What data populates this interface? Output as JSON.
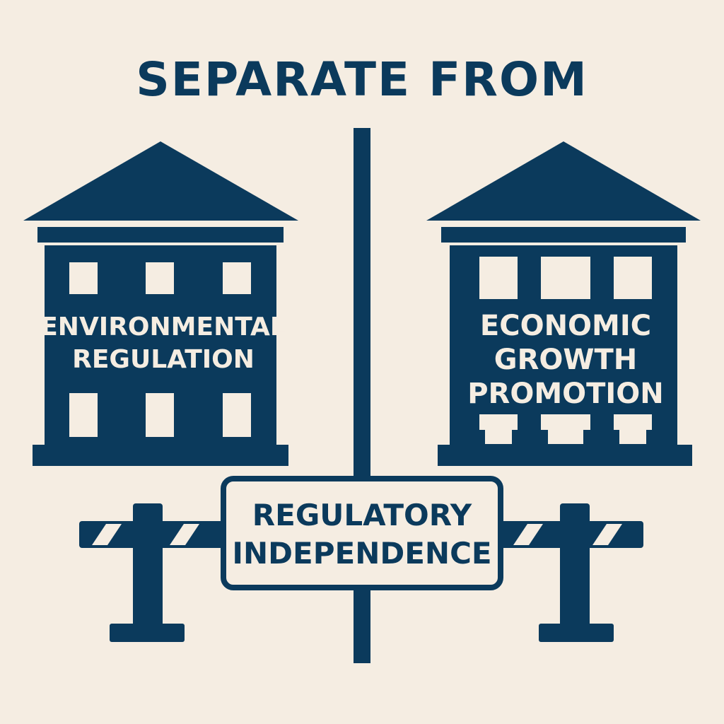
{
  "title": "SEPARATE FROM",
  "left_building": {
    "label_lines": [
      "ENVIRONMENTAL",
      "REGULATION"
    ]
  },
  "right_building": {
    "label_lines": [
      "ECONOMIC",
      "GROWTH",
      "PROMOTION"
    ]
  },
  "sign": {
    "label_lines": [
      "REGULATORY",
      "INDEPENDENCE"
    ]
  },
  "colors": {
    "ink": "#0b3a5c",
    "background": "#f5ede2"
  }
}
